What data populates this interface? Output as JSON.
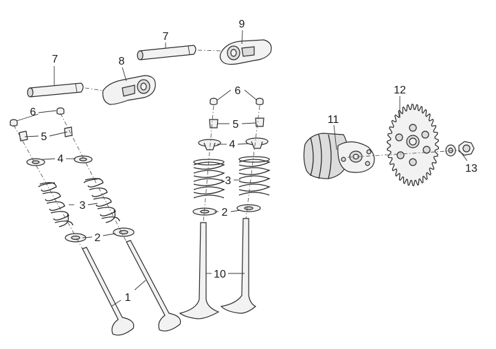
{
  "callouts": {
    "c1": "1",
    "c2a": "2",
    "c2b": "2",
    "c3a": "3",
    "c3b": "3",
    "c4a": "4",
    "c4b": "4",
    "c5a": "5",
    "c5b": "5",
    "c6a": "6",
    "c6b": "6",
    "c7a": "7",
    "c7b": "7",
    "c8": "8",
    "c9": "9",
    "c10": "10",
    "c11": "11",
    "c12": "12",
    "c13": "13"
  }
}
